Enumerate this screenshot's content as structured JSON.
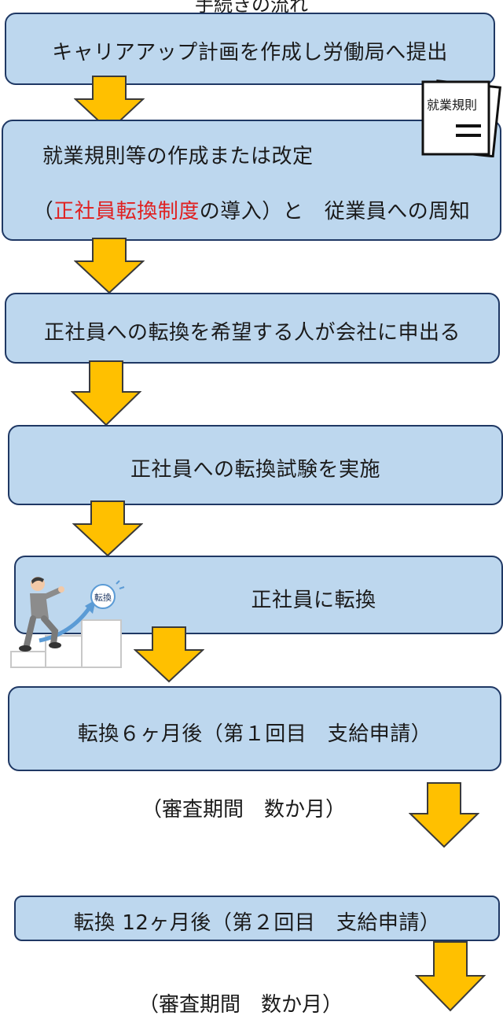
{
  "header": {
    "title": "手続きの流れ"
  },
  "steps": {
    "s1": "キャリアアップ計画を作成し労働局へ提出",
    "s2_line1": "就業規則等の作成または改定",
    "s2_line2_open": "（",
    "s2_line2_red": "正社員転換制度",
    "s2_line2_rest": "の導入）と　従業員への周知",
    "s3": "正社員への転換を希望する人が会社に申出る",
    "s4": "正社員への転換試験を実施",
    "s5": "正社員に転換",
    "s6": "転換６ヶ月後（第１回目　支給申請）",
    "s7": "転換 12ヶ月後（第２回目　支給申請）"
  },
  "captions": {
    "review1": "（審査期間　数か月）",
    "review2": "（審査期間　数か月）"
  },
  "document_icon": {
    "label": "就業規則"
  },
  "bubble": {
    "label": "転換"
  },
  "colors": {
    "box_fill": "#bdd7ee",
    "box_border": "#1f3864",
    "arrow": "#ffc000",
    "accent_red": "#e02020"
  }
}
